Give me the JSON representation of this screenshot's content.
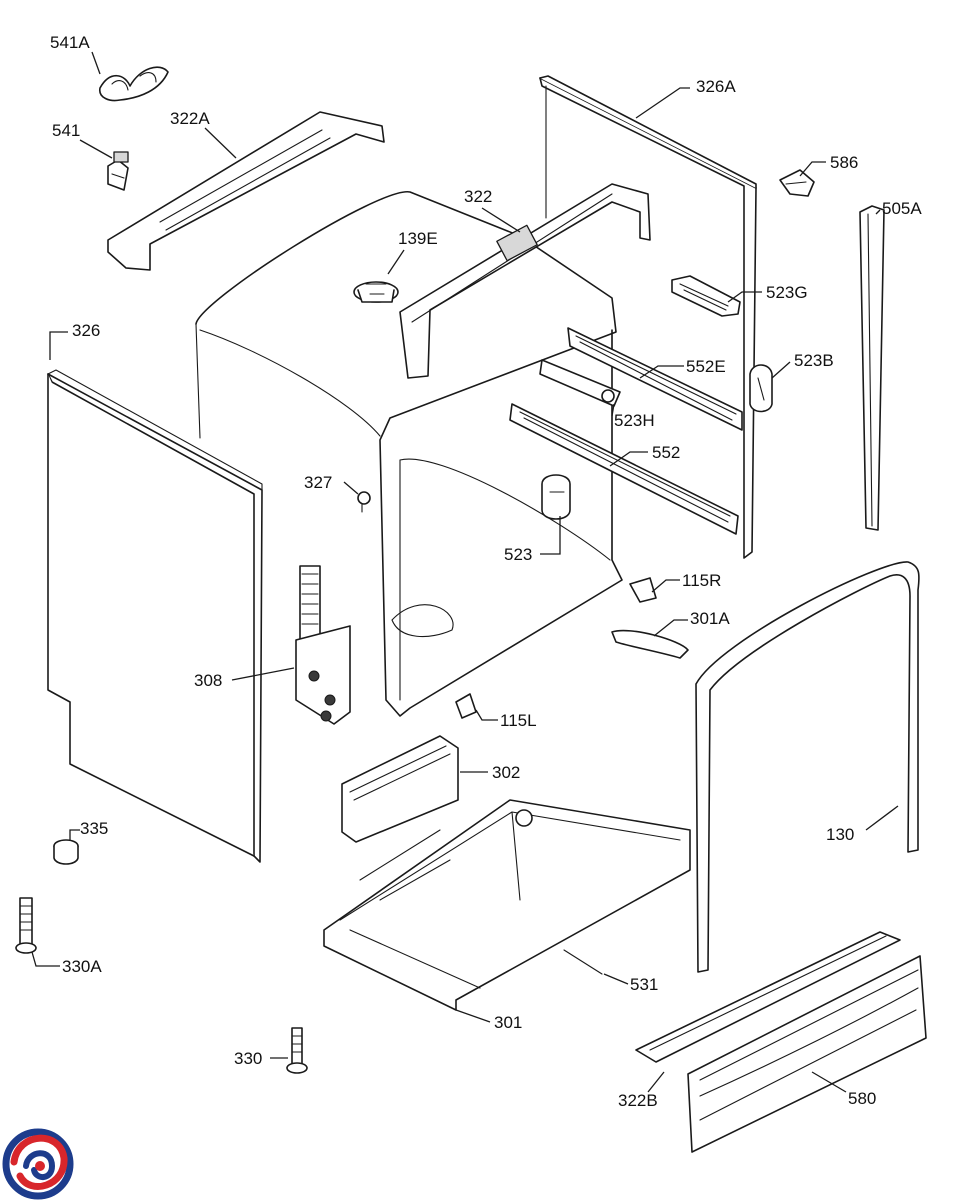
{
  "callouts": {
    "p541A": "541A",
    "p541": "541",
    "p322A": "322A",
    "p326A": "326A",
    "p586": "586",
    "p505A": "505A",
    "p322": "322",
    "p139E": "139E",
    "p523G": "523G",
    "p326": "326",
    "p552E": "552E",
    "p523B": "523B",
    "p523H": "523H",
    "p552": "552",
    "p327": "327",
    "p523": "523",
    "p115R": "115R",
    "p301A": "301A",
    "p308": "308",
    "p115L": "115L",
    "p302": "302",
    "p335": "335",
    "p130": "130",
    "p330A": "330A",
    "p531": "531",
    "p301": "301",
    "p330": "330",
    "p322B": "322B",
    "p580": "580"
  },
  "logo": {
    "icon": "swirl-logo-icon",
    "colors": {
      "blue": "#1d3c8c",
      "red": "#d8262b"
    }
  }
}
